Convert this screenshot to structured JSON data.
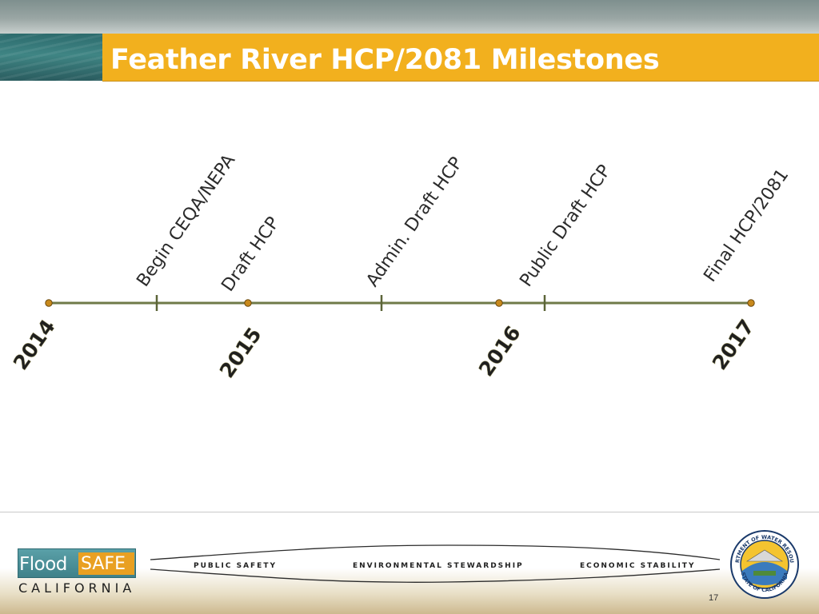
{
  "slide": {
    "title": "Feather River HCP/2081 Milestones",
    "page_number": "17"
  },
  "timeline": {
    "years": [
      "2014",
      "2015",
      "2016",
      "2017"
    ],
    "milestones": [
      {
        "label": "Begin CEQA/NEPA"
      },
      {
        "label": "Draft HCP"
      },
      {
        "label": "Admin. Draft HCP"
      },
      {
        "label": "Public Draft HCP"
      },
      {
        "label": "Final HCP/2081"
      }
    ]
  },
  "footer": {
    "pillars": [
      "PUBLIC SAFETY",
      "ENVIRONMENTAL STEWARDSHIP",
      "ECONOMIC STABILITY"
    ],
    "logo": {
      "flood": "Flood",
      "safe": "SAFE",
      "state": "CALIFORNIA"
    },
    "seal_text": {
      "top": "DEPARTMENT OF WATER RESOURCES",
      "bottom": "STATE OF CALIFORNIA"
    }
  },
  "colors": {
    "title_bar": "#f2b01e",
    "timeline_line": "#6f7a48",
    "year_marker": "#c8891c",
    "text_dark": "#2b2b2b"
  }
}
